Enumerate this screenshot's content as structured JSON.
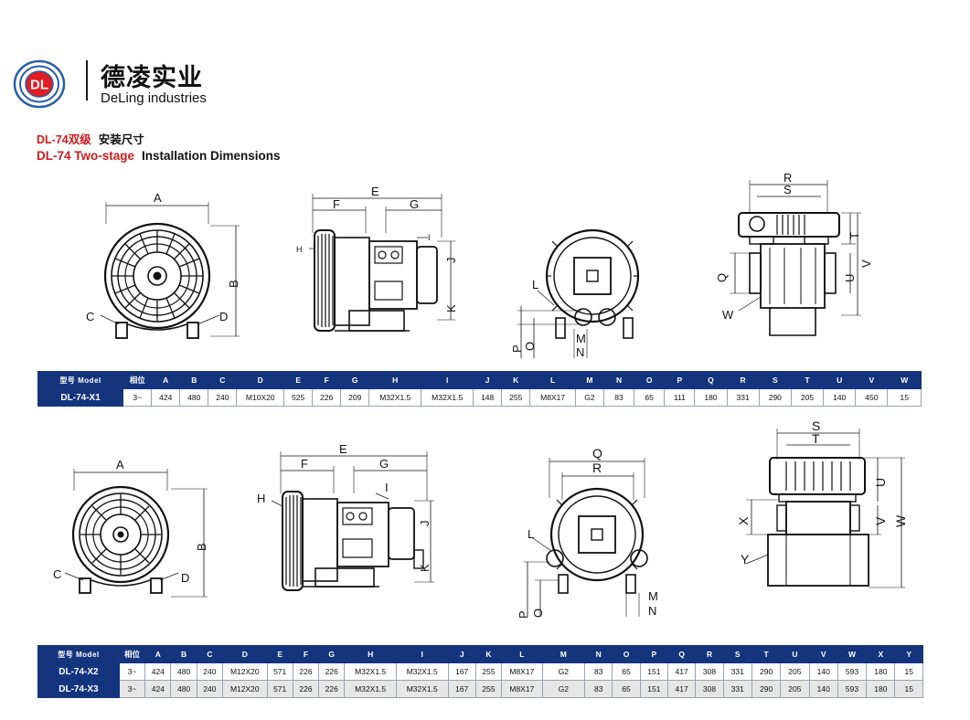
{
  "brand": {
    "logo_text": "DL",
    "name_cn": "德凌实业",
    "name_en": "DeLing industries"
  },
  "title": {
    "cn_model": "DL-74双级",
    "cn_text": "安装尺寸",
    "en_model": "DL-74 Two-stage",
    "en_text": "Installation Dimensions"
  },
  "colors": {
    "header_blue": "#14347e",
    "title_red": "#d0191b",
    "alt_row": "#e6e6e6"
  },
  "drawing_labels": {
    "front1": [
      "A",
      "B",
      "C",
      "D"
    ],
    "side1": [
      "E",
      "F",
      "G",
      "H",
      "I",
      "J",
      "K"
    ],
    "back1": [
      "L",
      "M",
      "N",
      "O",
      "P"
    ],
    "end1": [
      "R",
      "S",
      "T",
      "Q",
      "U",
      "V",
      "W"
    ],
    "front2": [
      "A",
      "B",
      "C",
      "D"
    ],
    "side2": [
      "E",
      "F",
      "G",
      "H",
      "I",
      "J",
      "K"
    ],
    "back2": [
      "Q",
      "R",
      "L",
      "M",
      "N",
      "O",
      "P"
    ],
    "end2": [
      "S",
      "T",
      "U",
      "X",
      "V",
      "W",
      "Y"
    ]
  },
  "table1": {
    "headers": [
      "型号 Model",
      "相位",
      "A",
      "B",
      "C",
      "D",
      "E",
      "F",
      "G",
      "H",
      "I",
      "J",
      "K",
      "L",
      "M",
      "N",
      "O",
      "P",
      "Q",
      "R",
      "S",
      "T",
      "U",
      "V",
      "W"
    ],
    "rows": [
      [
        "DL-74-X1",
        "3~",
        "424",
        "480",
        "240",
        "M10X20",
        "525",
        "226",
        "209",
        "M32X1.5",
        "M32X1.5",
        "148",
        "255",
        "M8X17",
        "G2",
        "83",
        "65",
        "111",
        "180",
        "331",
        "290",
        "205",
        "140",
        "450",
        "15"
      ]
    ]
  },
  "table2": {
    "headers": [
      "型号 Model",
      "相位",
      "A",
      "B",
      "C",
      "D",
      "E",
      "F",
      "G",
      "H",
      "I",
      "J",
      "K",
      "L",
      "M",
      "N",
      "O",
      "P",
      "Q",
      "R",
      "S",
      "T",
      "U",
      "V",
      "W",
      "X",
      "Y"
    ],
    "rows": [
      [
        "DL-74-X2",
        "3~",
        "424",
        "480",
        "240",
        "M12X20",
        "571",
        "226",
        "226",
        "M32X1.5",
        "M32X1.5",
        "167",
        "255",
        "M8X17",
        "G2",
        "83",
        "65",
        "151",
        "417",
        "308",
        "331",
        "290",
        "205",
        "140",
        "593",
        "180",
        "15"
      ],
      [
        "DL-74-X3",
        "3~",
        "424",
        "480",
        "240",
        "M12X20",
        "571",
        "226",
        "226",
        "M32X1.5",
        "M32X1.5",
        "167",
        "255",
        "M8X17",
        "G2",
        "83",
        "65",
        "151",
        "417",
        "308",
        "331",
        "290",
        "205",
        "140",
        "593",
        "180",
        "15"
      ]
    ]
  }
}
